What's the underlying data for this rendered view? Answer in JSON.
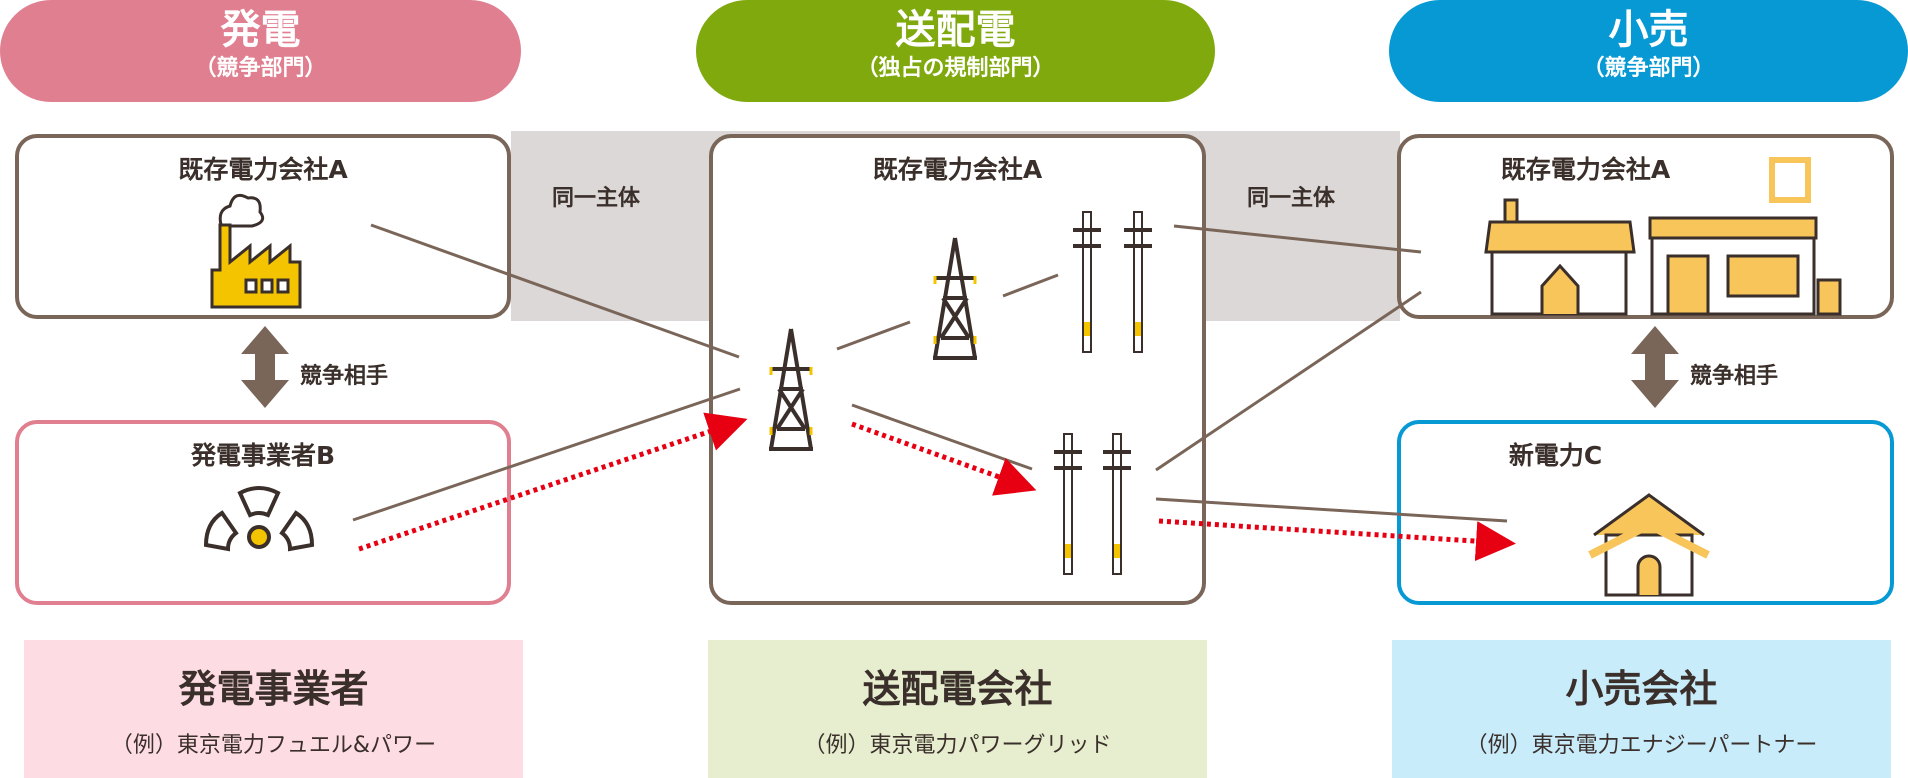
{
  "headers": [
    {
      "title": "発電",
      "subtitle": "（競争部門）",
      "color": "#e07f90"
    },
    {
      "title": "送配電",
      "subtitle": "（独占の規制部門）",
      "color": "#80a90e"
    },
    {
      "title": "小売",
      "subtitle": "（競争部門）",
      "color": "#0799d3"
    }
  ],
  "same_entity": "同一主体",
  "competitor": "競争相手",
  "boxes": {
    "gen_a": "既存電力会社A",
    "grid_a": "既存電力会社A",
    "retail_a": "既存電力会社A",
    "gen_b": "発電事業者B",
    "retail_c": "新電力C"
  },
  "panels": [
    {
      "title": "発電事業者",
      "example": "（例）東京電力フュエル&パワー",
      "color": "#fddde3"
    },
    {
      "title": "送配電会社",
      "example": "（例）東京電力パワーグリッド",
      "color": "#e6eecf"
    },
    {
      "title": "小売会社",
      "example": "（例）東京電力エナジーパートナー",
      "color": "#c9ecfb"
    }
  ]
}
